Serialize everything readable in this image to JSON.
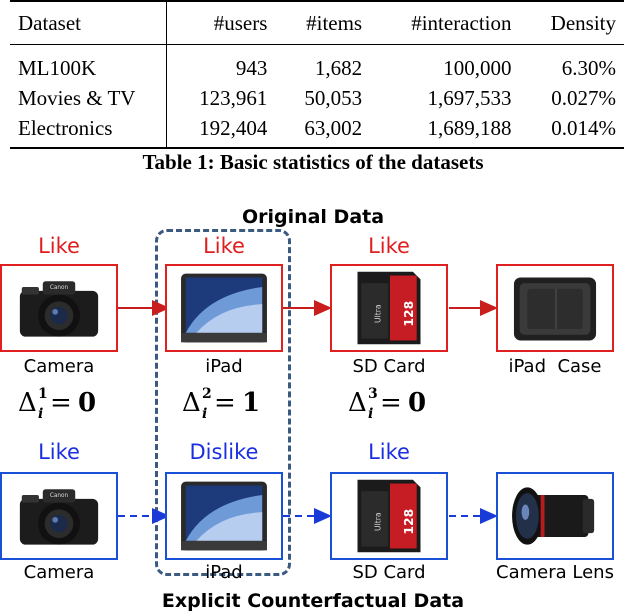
{
  "table": {
    "headers": [
      "Dataset",
      "#users",
      "#items",
      "#interaction",
      "Density"
    ],
    "rows": [
      [
        "ML100K",
        "943",
        "1,682",
        "100,000",
        "6.30%"
      ],
      [
        "Movies & TV",
        "123,961",
        "50,053",
        "1,697,533",
        "0.027%"
      ],
      [
        "Electronics",
        "192,404",
        "63,002",
        "1,689,188",
        "0.014%"
      ]
    ],
    "caption": "Table 1: Basic statistics of the datasets"
  },
  "figure": {
    "original_title": "Original Data",
    "counterfactual_title": "Explicit Counterfactual Data",
    "top_row": {
      "labels": [
        "Like",
        "Like",
        "Like"
      ],
      "items": [
        "Camera",
        "iPad",
        "SD Card",
        "iPad  Case"
      ]
    },
    "bottom_row": {
      "labels": [
        "Like",
        "Dislike",
        "Like"
      ],
      "items": [
        "Camera",
        "iPad",
        "SD Card",
        "Camera Lens"
      ]
    },
    "deltas": [
      {
        "symbol": "Δ",
        "sup": "1",
        "sub": "i",
        "value": "0"
      },
      {
        "symbol": "Δ",
        "sup": "2",
        "sub": "i",
        "value": "1"
      },
      {
        "symbol": "Δ",
        "sup": "3",
        "sub": "i",
        "value": "0"
      }
    ],
    "colors": {
      "like_red": "#e01e1e",
      "like_blue": "#1a2fe0",
      "frame": "#3a5a80"
    }
  }
}
